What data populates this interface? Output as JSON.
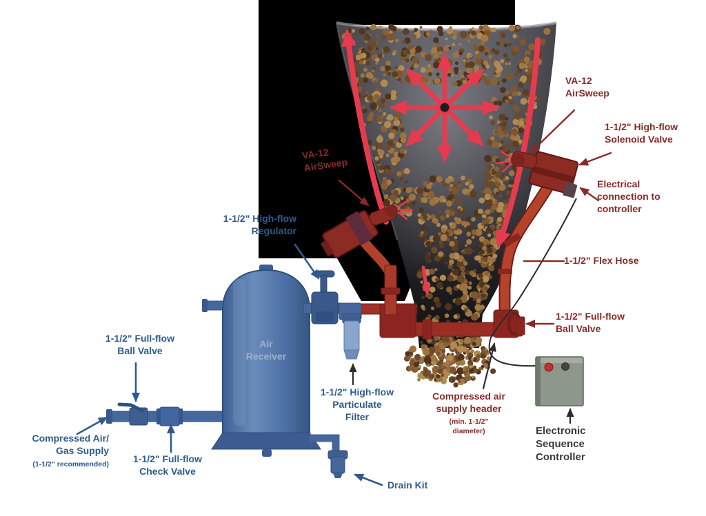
{
  "labels": {
    "va12_right": "VA-12\nAirSweep",
    "solenoid_valve": "1-1/2\" High-flow\nSolenoid Valve",
    "electrical": "Electrical\nconnection to\ncontroller",
    "flex_hose": "1-1/2\" Flex Hose",
    "ball_valve_right": "1-1/2\" Full-flow\nBall Valve",
    "va12_left": "VA-12\nAirSweep",
    "regulator": "1-1/2\" High-flow\nRegulator",
    "ball_valve_left": "1-1/2\" Full-flow\nBall Valve",
    "compressed_air_supply": "Compressed Air/\nGas Supply",
    "compressed_air_note": "(1-1/2\" recommended)",
    "check_valve": "1-1/2\" Full-flow\nCheck Valve",
    "air_receiver": "Air\nReceiver",
    "particulate_filter": "1-1/2\" High-flow\nParticulate\nFilter",
    "drain_kit": "Drain Kit",
    "supply_header": "Compressed air\nsupply header",
    "supply_header_note": "(min. 1-1/2\"\ndiameter)",
    "controller": "Electronic\nSequence\nController"
  },
  "colors": {
    "label_dark_red": "#8a2a28",
    "label_blue": "#2e5b8f",
    "label_gray": "#3a3a3a",
    "arrow_red": "#e83a4e",
    "pipe_red": "#9b2d25",
    "hose_red": "#b5432c",
    "supply_blue": "#46679c",
    "tank_blue": "#4f74aa",
    "filter_light_blue": "#8aa6cc",
    "material_brown": "#8a6134",
    "controller_gray": "#8e978b",
    "hopper_dark": "#1c1c20"
  }
}
